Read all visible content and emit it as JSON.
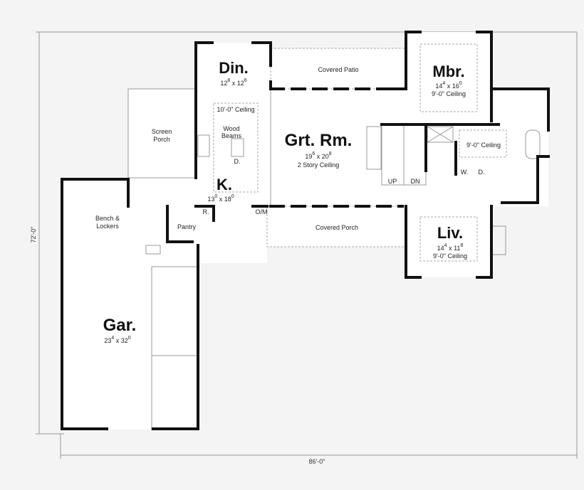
{
  "plan": {
    "overall_depth": "72'-0\"",
    "overall_width": "86'-0\"",
    "rooms": {
      "din": {
        "name": "Din.",
        "w": "12",
        "w_in": "8",
        "h": "12",
        "h_in": "6"
      },
      "grt": {
        "name": "Grt. Rm.",
        "w": "19",
        "w_in": "6",
        "h": "20",
        "h_in": "8",
        "note": "2 Story Ceiling"
      },
      "mbr": {
        "name": "Mbr.",
        "w": "14",
        "w_in": "4",
        "h": "16",
        "h_in": "0",
        "note": "9'-0\" Ceiling"
      },
      "liv": {
        "name": "Liv.",
        "w": "14",
        "w_in": "4",
        "h": "11",
        "h_in": "8",
        "note": "9'-0\" Ceiling"
      },
      "k": {
        "name": "K.",
        "w": "13",
        "w_in": "0",
        "h": "18",
        "h_in": "0",
        "note": "10'-0\" Ceiling",
        "beams": [
          "Wood",
          "Beams"
        ],
        "dw": "D."
      },
      "gar": {
        "name": "Gar.",
        "w": "23",
        "w_in": "4",
        "h": "32",
        "h_in": "0"
      }
    },
    "labels": {
      "covered_patio": "Covered Patio",
      "covered_porch": "Covered Porch",
      "screen_porch": [
        "Screen",
        "Porch"
      ],
      "bench": [
        "Bench &",
        "Lockers"
      ],
      "pantry": "Pantry",
      "refrigerator": "R.",
      "oven_microwave": "O/M",
      "up": "UP",
      "dn": "DN",
      "bath_ceiling": "9'-0\" Ceiling",
      "washer": "W.",
      "dryer": "D."
    }
  }
}
